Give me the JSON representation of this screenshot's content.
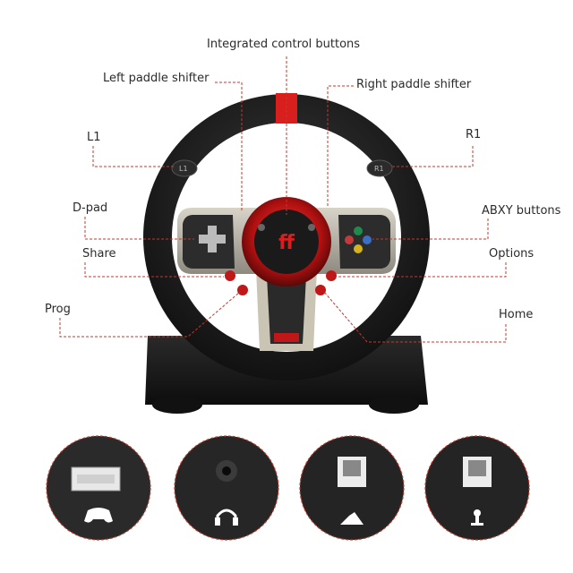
{
  "labels": {
    "integrated": "Integrated control buttons",
    "left_paddle": "Left paddle shifter",
    "right_paddle": "Right paddle shifter",
    "l1": "L1",
    "r1": "R1",
    "dpad": "D-pad",
    "abxy": "ABXY buttons",
    "share": "Share",
    "options": "Options",
    "prog": "Prog",
    "home": "Home"
  },
  "wheel_marks": {
    "l1_button": "L1",
    "r1_button": "R1"
  },
  "ports": [
    {
      "name": "usb",
      "icon": "gamepad-icon"
    },
    {
      "name": "audio",
      "icon": "headphones-icon"
    },
    {
      "name": "pedal-rj",
      "icon": "pedal-icon"
    },
    {
      "name": "shifter-rj",
      "icon": "gear-shifter-icon"
    }
  ],
  "colors": {
    "callout_line": "#c0392b",
    "accent_red": "#d91e1e",
    "wheel_black": "#1c1c1c"
  }
}
